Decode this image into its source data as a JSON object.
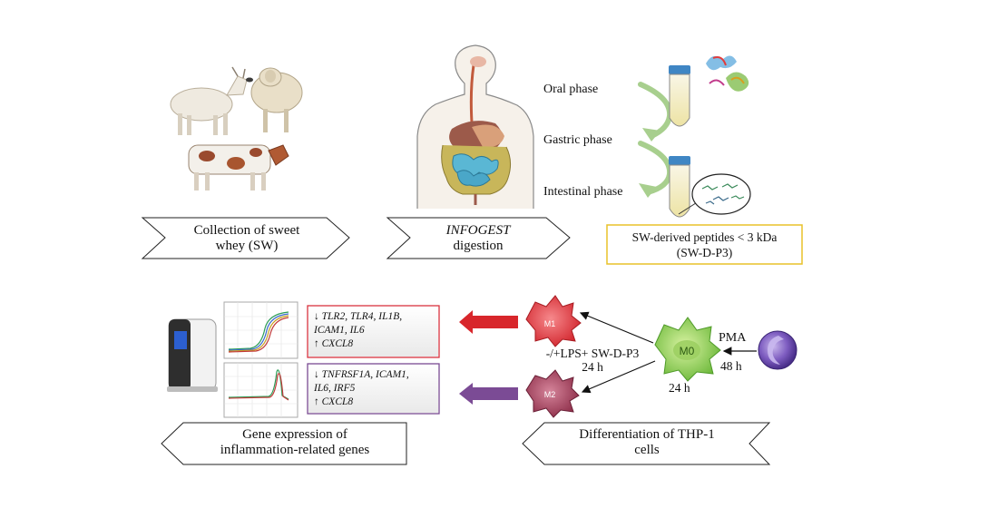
{
  "steps": {
    "collection": {
      "line1": "Collection of sweet",
      "line2": "whey (SW)"
    },
    "digestion": {
      "line1": "INFOGEST",
      "line2": "digestion"
    },
    "peptides": {
      "line1": "SW-derived peptides < 3 kDa",
      "line2": "(SW-D-P3)"
    },
    "gene_expression": {
      "line1": "Gene expression of",
      "line2": "inflammation-related genes"
    },
    "differentiation": {
      "line1": "Differentiation of THP-1",
      "line2": "cells"
    }
  },
  "phases": {
    "oral": "Oral phase",
    "gastric": "Gastric phase",
    "intestinal": "Intestinal phase"
  },
  "cells": {
    "m0": "M0",
    "m1": "M1",
    "m2": "M2",
    "pma": "PMA",
    "pma_time": "48 h",
    "m0_time": "24 h",
    "treatment": "-/+LPS+ SW-D-P3",
    "treatment_time": "24 h"
  },
  "genes": {
    "m1": {
      "down_arrow": "↓",
      "down_line1": "TLR2, TLR4, IL1B,",
      "down_line2": "ICAM1, IL6",
      "up_arrow": "↑",
      "up_line": "CXCL8"
    },
    "m2": {
      "down_arrow": "↓",
      "down_line1": "TNFRSF1A, ICAM1,",
      "down_line2": "IL6, IRF5",
      "up_arrow": "↑",
      "up_line": "CXCL8"
    }
  },
  "colors": {
    "m1_box": "#d9333f",
    "m2_box": "#7a4a92",
    "m1_arrow": "#d8262b",
    "m2_arrow": "#7b4b95",
    "peptide_box": "#e8c22a",
    "phase_arrow": "#a8cf8e",
    "m0_cell": "#8fd14f",
    "m1_cell": "#e4434a",
    "m2_cell": "#a8445e",
    "thp1_cell": "#6a4aa0"
  }
}
